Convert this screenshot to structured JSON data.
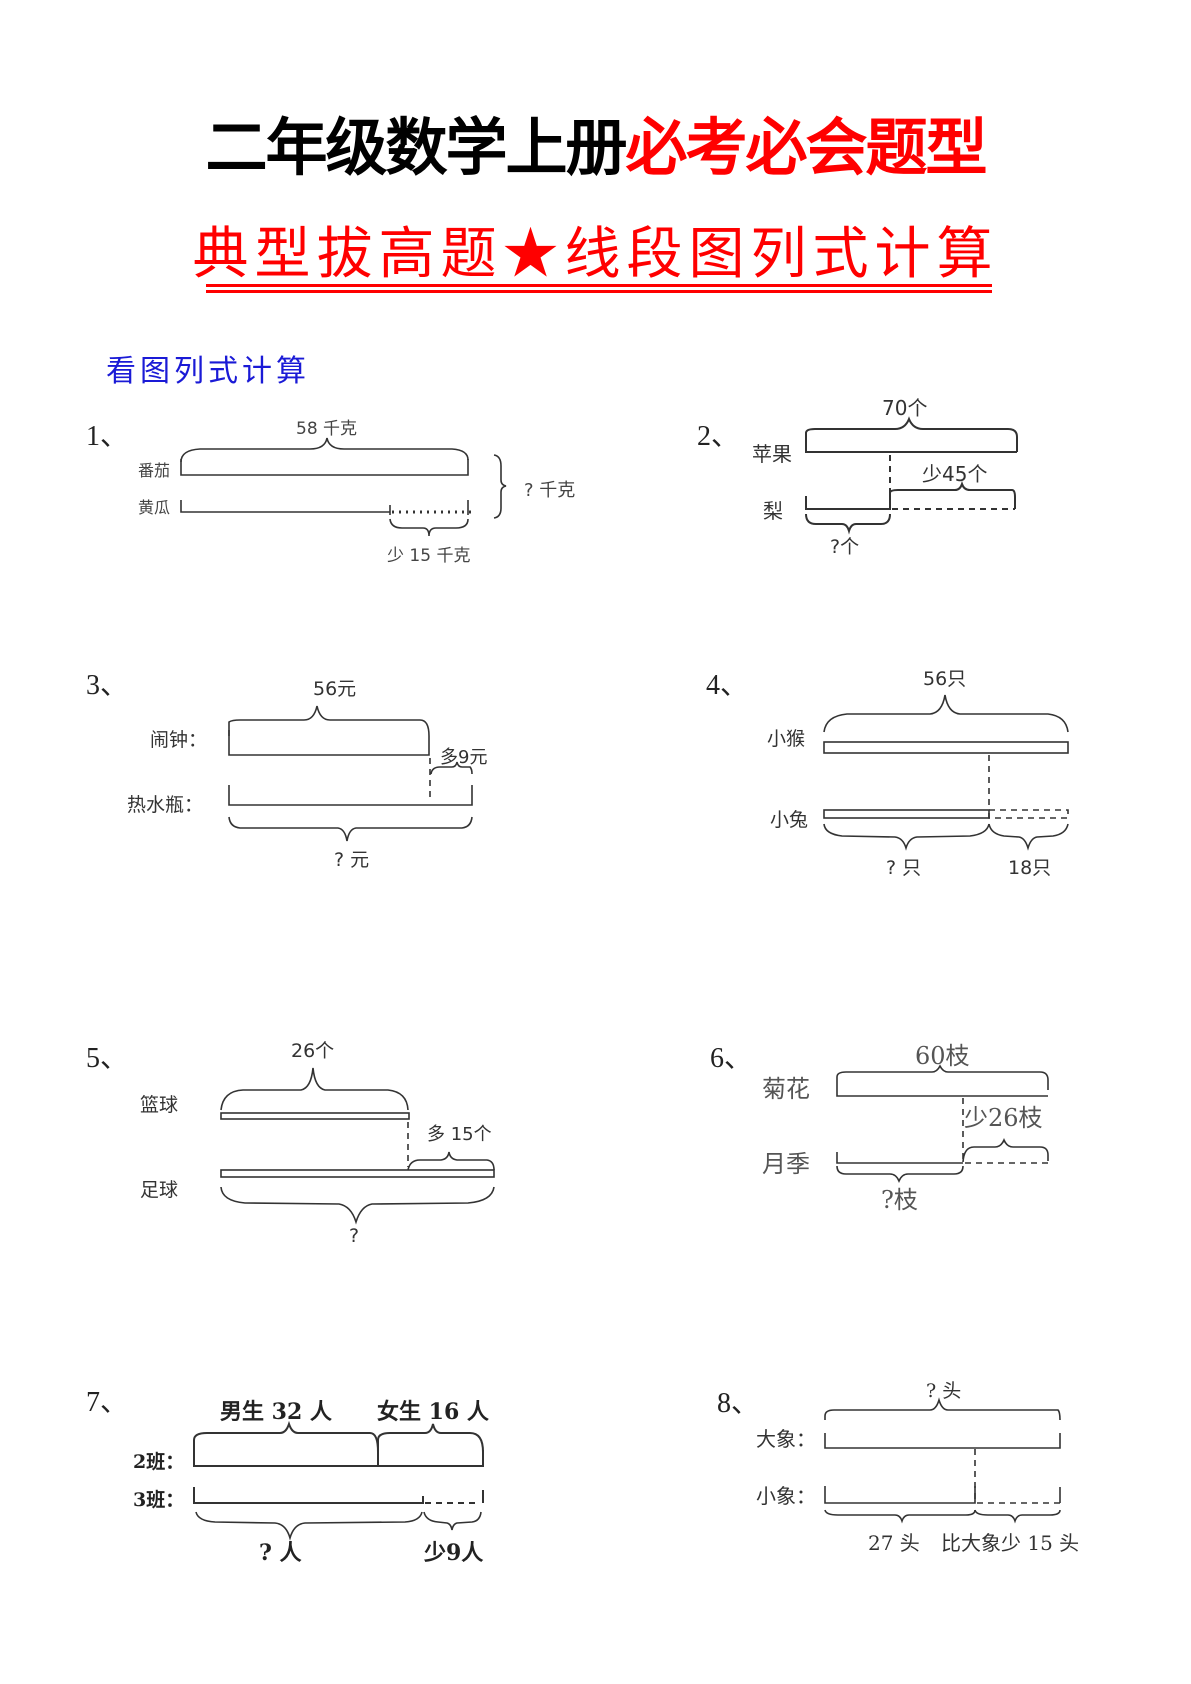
{
  "header": {
    "title_black": "二年级数学上册",
    "title_red": "必考必会题型",
    "subtitle": "典型拔高题★线段图列式计算",
    "colors": {
      "title": "#000000",
      "accent": "#ff0000",
      "section": "#1a1ad6"
    }
  },
  "section": {
    "title": "看图列式计算"
  },
  "problems": [
    {
      "num": "1、",
      "rows": [
        "番茄",
        "黄瓜"
      ],
      "labels": {
        "top": "58 千克",
        "right": "? 千克",
        "bottom": "少 15 千克"
      }
    },
    {
      "num": "2、",
      "rows": [
        "苹果",
        "梨"
      ],
      "labels": {
        "top": "70个",
        "middle": "少45个",
        "bottom": "?个"
      }
    },
    {
      "num": "3、",
      "rows": [
        "闹钟：",
        "热水瓶："
      ],
      "labels": {
        "top": "56元",
        "middle": "多9元",
        "bottom": "? 元"
      }
    },
    {
      "num": "4、",
      "rows": [
        "小猴",
        "小兔"
      ],
      "labels": {
        "top": "56只",
        "bottom_left": "? 只",
        "bottom_right": "18只"
      }
    },
    {
      "num": "5、",
      "rows": [
        "篮球",
        "足球"
      ],
      "labels": {
        "top": "26个",
        "middle": "多 15个",
        "bottom": "?"
      }
    },
    {
      "num": "6、",
      "rows": [
        "菊花",
        "月季"
      ],
      "labels": {
        "top": "60枝",
        "middle": "少26枝",
        "bottom": "?枝"
      }
    },
    {
      "num": "7、",
      "rows": [
        "2班：",
        "3班："
      ],
      "labels": {
        "top_left": "男生 32 人",
        "top_right": "女生 16 人",
        "bottom_left": "? 人",
        "bottom_right": "少9人"
      }
    },
    {
      "num": "8、",
      "rows": [
        "大象：",
        "小象："
      ],
      "labels": {
        "top": "? 头",
        "bottom_left": "27 头",
        "bottom_right": "比大象少 15 头"
      }
    }
  ]
}
